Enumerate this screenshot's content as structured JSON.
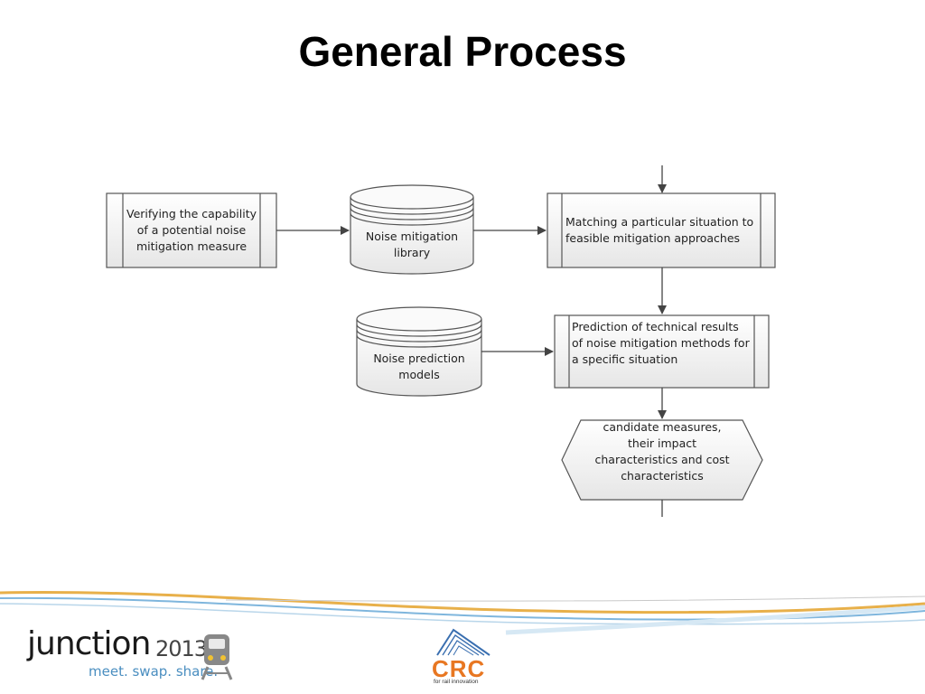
{
  "slide": {
    "title": "General Process"
  },
  "diagram": {
    "nodes": [
      {
        "id": "verify",
        "shape": "process",
        "text": "Verifying the capability\nof a potential noise\nmitigation measure"
      },
      {
        "id": "library",
        "shape": "database",
        "text": "Noise mitigation\nlibrary"
      },
      {
        "id": "matching",
        "shape": "process",
        "text": "Matching a particular situation to\nfeasible mitigation approaches"
      },
      {
        "id": "models",
        "shape": "database",
        "text": "Noise prediction\nmodels"
      },
      {
        "id": "prediction",
        "shape": "process",
        "text": "Prediction of technical results\nof noise mitigation methods for\na specific situation"
      },
      {
        "id": "candidates",
        "shape": "hexagon",
        "text": "candidate measures,\ntheir impact\ncharacteristics and cost\ncharacteristics"
      }
    ],
    "edges": [
      {
        "from": "verify",
        "to": "library"
      },
      {
        "from": "library",
        "to": "matching"
      },
      {
        "from": "matching",
        "to": "prediction"
      },
      {
        "from": "models",
        "to": "prediction"
      },
      {
        "from": "prediction",
        "to": "candidates"
      }
    ]
  },
  "footer": {
    "junction_word": "junction",
    "junction_year": "2013",
    "junction_tagline": "meet. swap. share.",
    "crc_word": "CRC",
    "crc_tagline": "for rail innovation",
    "icons": [
      "train-icon",
      "crc-roof-icon"
    ],
    "colors": {
      "accent_blue": "#4a8ec0",
      "accent_orange": "#e87722",
      "swoosh_gold": "#e8b04a"
    }
  }
}
